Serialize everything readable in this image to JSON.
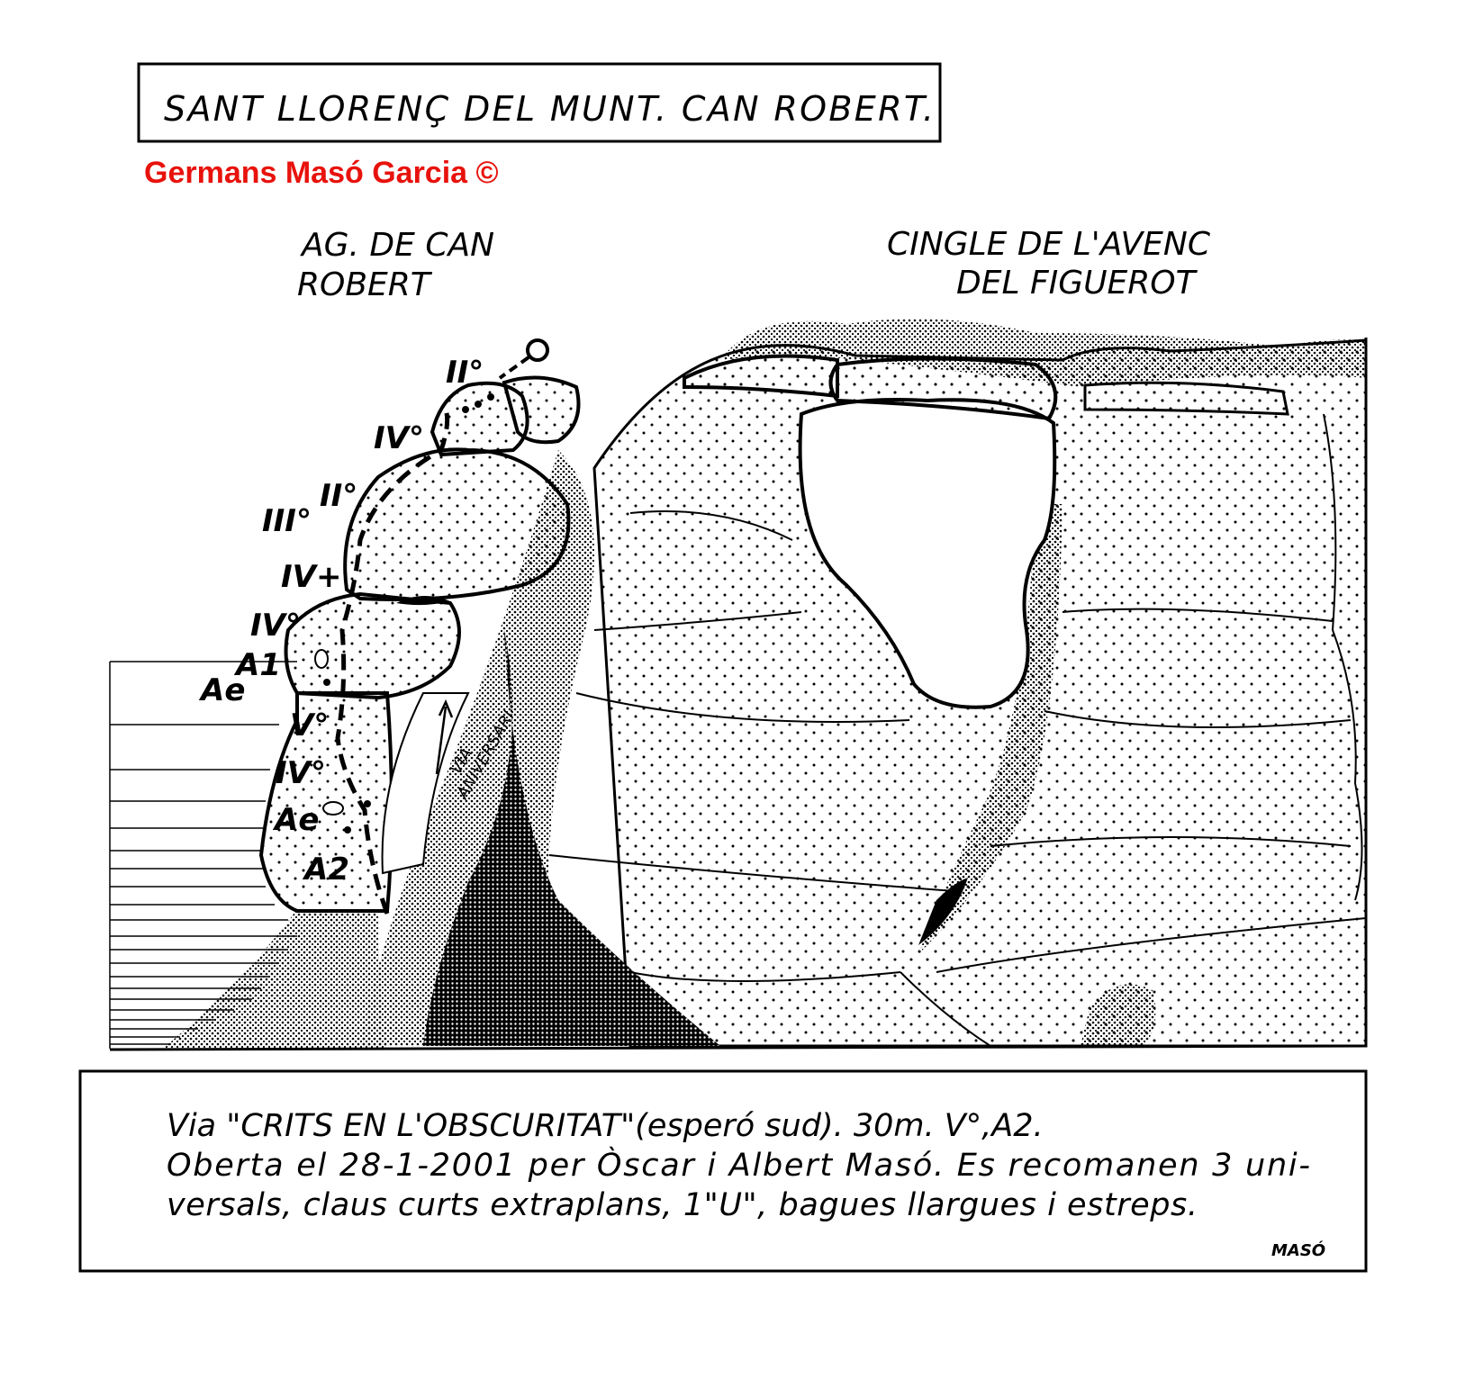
{
  "title": "SANT LLORENÇ DEL  MUNT. CAN ROBERT.",
  "copyright": "Germans Masó Garcia ©",
  "copyright_color": "#e8120c",
  "labels": {
    "left_peak_line1": "AG. DE  CAN",
    "left_peak_line2": "ROBERT",
    "right_cliff_line1": "CINGLE  DE  L'AVENC",
    "right_cliff_line2": "DEL  FIGUEROT",
    "via_line1": "VIA",
    "via_line2": "ANIVERSARI"
  },
  "grades": [
    "II°",
    "IV°",
    "II°",
    "III°",
    "IV+",
    "IV°",
    "A1",
    "Ae",
    "V°",
    "IV°",
    "Ae",
    "A2"
  ],
  "caption": {
    "line1": "Via \"CRITS  EN  L'OBSCURITAT\"(esperó sud). 30m. V°,A2.",
    "line2": "Oberta el 28-1-2001 per Òscar i Albert Masó. Es recomanen 3 uni-",
    "line3": "versals, claus curts extraplans, 1\"U\", bagues llargues i estreps.",
    "signature": "MASÓ"
  }
}
